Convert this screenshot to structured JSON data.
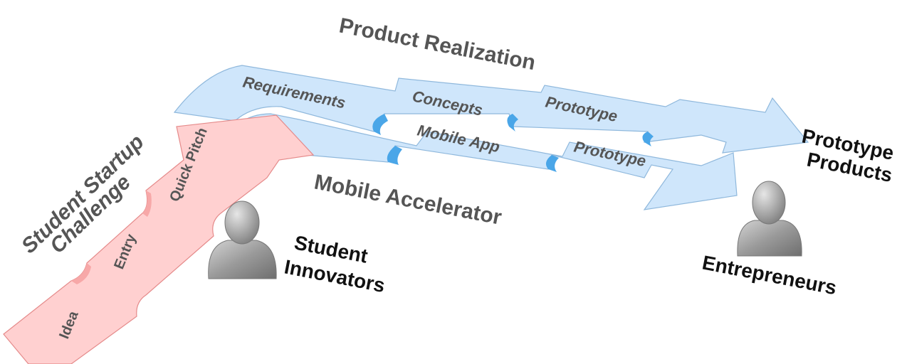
{
  "title": "Product Realization",
  "tracks": {
    "product_realization": {
      "label": "Product Realization",
      "stages": [
        "Requirements",
        "Concepts",
        "Prototype"
      ]
    },
    "mobile_accelerator": {
      "label": "Mobile Accelerator",
      "stages": [
        "Mobile App",
        "Prototype"
      ]
    },
    "student_startup": {
      "label_line1": "Student Startup",
      "label_line2": "Challenge",
      "stages": [
        "Idea",
        "Entry",
        "Quick Pitch"
      ]
    }
  },
  "people": {
    "student_innovators": {
      "line1": "Student",
      "line2": "Innovators"
    },
    "entrepreneurs": {
      "label": "Entrepreneurs"
    }
  },
  "outcome": {
    "line1": "Prototype",
    "line2": "Products"
  },
  "colors": {
    "blue_fill": "#cfe6fb",
    "blue_stroke": "#8fb8dc",
    "blue_fold": "#4aa6e8",
    "red_fill": "#ffd0d0",
    "red_stroke": "#e58a8a",
    "person": "#9a9a9a",
    "label_gray": "#555555"
  }
}
